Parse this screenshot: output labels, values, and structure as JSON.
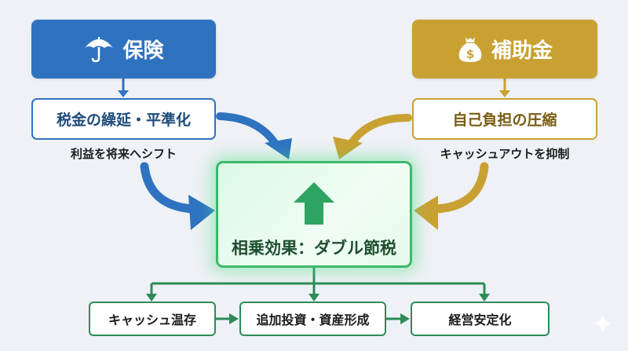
{
  "colors": {
    "background": "#eef1f5",
    "insurance_blue": "#2f73c0",
    "insurance_text": "#1f4b7a",
    "subsidy_gold": "#c9a133",
    "subsidy_text": "#7a5d12",
    "synergy_green": "#2fa462",
    "flow_green": "#2e8b57"
  },
  "insurance": {
    "icon": "umbrella-icon",
    "title": "保険",
    "effect": "税金の繰延・平準化",
    "caption": "利益を将来へシフト"
  },
  "subsidy": {
    "icon": "money-bag-icon",
    "title": "補助金",
    "effect": "自己負担の圧縮",
    "caption": "キャッシュアウトを抑制"
  },
  "synergy": {
    "icon": "up-arrow-icon",
    "title": "相乗効果：ダブル節税"
  },
  "outcomes": [
    {
      "label": "キャッシュ温存"
    },
    {
      "label": "追加投資・資産形成"
    },
    {
      "label": "経営安定化"
    }
  ],
  "watermark_icon": "sparkle-icon"
}
